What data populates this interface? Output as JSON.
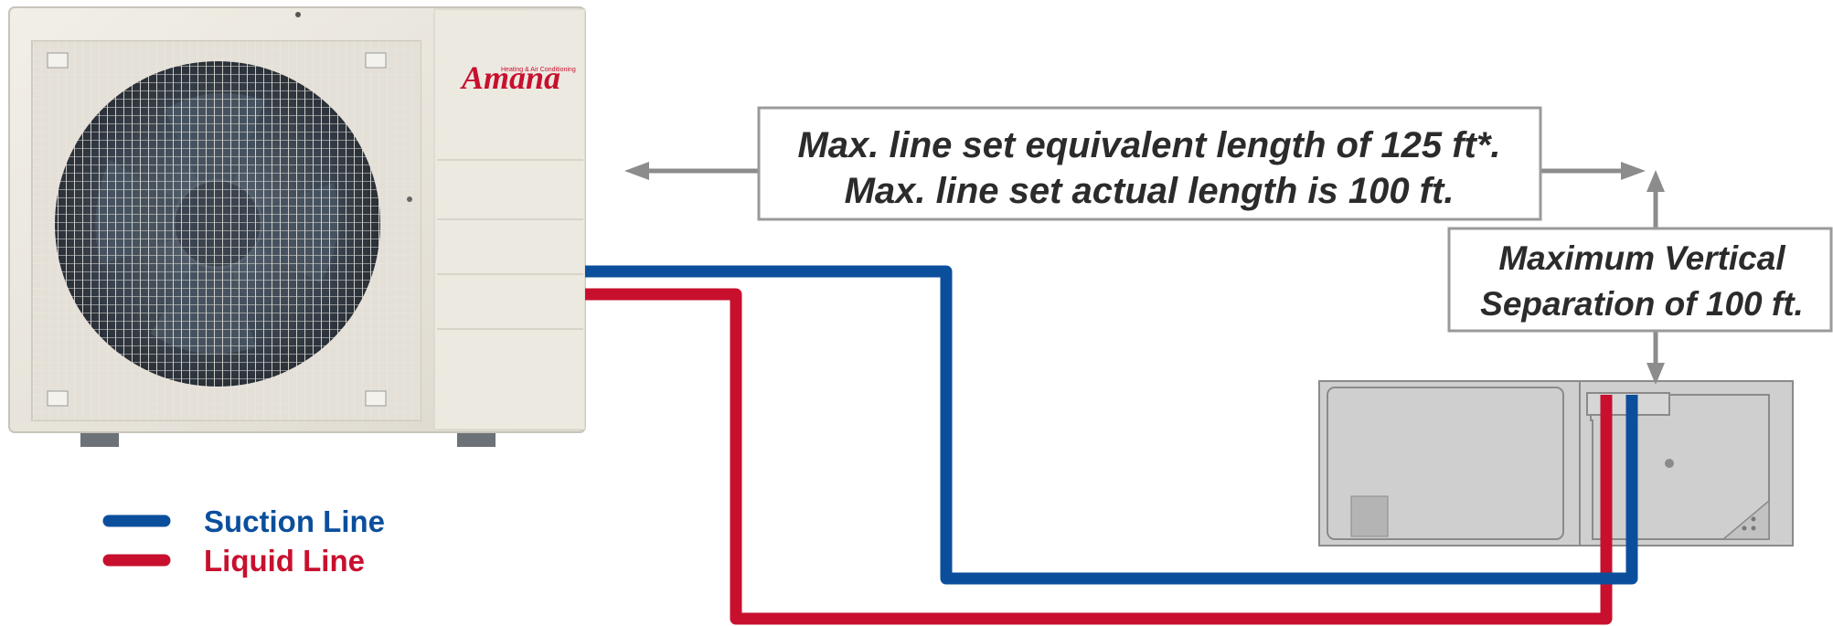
{
  "brand": {
    "name": "Amana",
    "tagline": "Heating & Air Conditioning",
    "color": "#c8102e"
  },
  "length_note": {
    "line1": "Max. line set equivalent length of 125 ft*.",
    "line2": "Max. line set actual length is 100 ft."
  },
  "vertical_note": {
    "line1": "Maximum Vertical",
    "line2": "Separation of 100 ft."
  },
  "legend": [
    {
      "label": "Suction Line",
      "color": "#0b4f9c"
    },
    {
      "label": "Liquid Line",
      "color": "#c8102e"
    }
  ],
  "colors": {
    "suction": "#0b4f9c",
    "liquid": "#c8102e",
    "arrow": "#8c8c8c",
    "box_border": "#9a9a9a",
    "text": "#2b2b2b"
  }
}
